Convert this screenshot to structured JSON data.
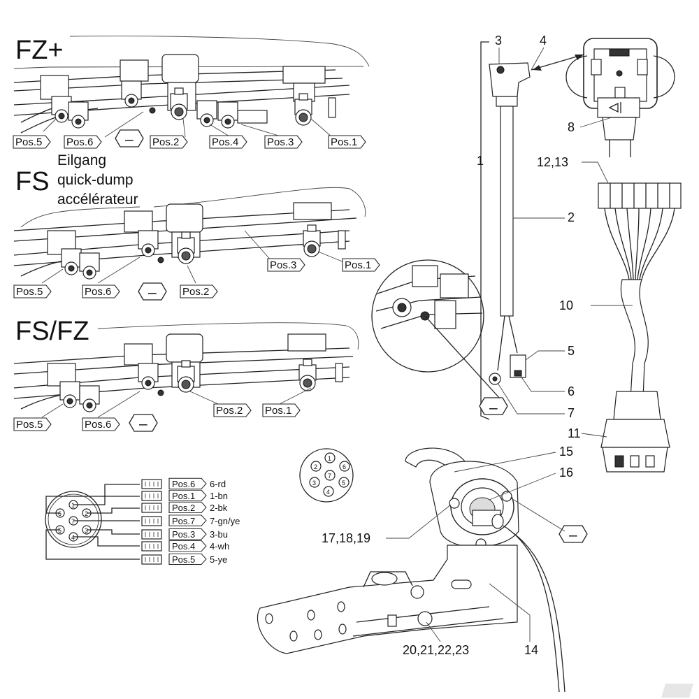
{
  "sections": {
    "fz_plus": "FZ+",
    "fs": "FS",
    "fs_fz": "FS/FZ"
  },
  "fs_subtitle": [
    "Eilgang",
    "quick-dump",
    "accélérateur"
  ],
  "minus_symbol": "–",
  "fz_plus_tags": [
    "Pos.5",
    "Pos.6",
    "Pos.2",
    "Pos.4",
    "Pos.3",
    "Pos.1"
  ],
  "fs_tags": [
    "Pos.3",
    "Pos.1",
    "Pos.5",
    "Pos.6",
    "Pos.2"
  ],
  "fs_fz_tags": [
    "Pos.2",
    "Pos.1",
    "Pos.5",
    "Pos.6"
  ],
  "callouts": {
    "c1": "1",
    "c2": "2",
    "c3": "3",
    "c4": "4",
    "c5": "5",
    "c6": "6",
    "c7": "7",
    "c8": "8",
    "c10": "10",
    "c11": "11",
    "c12_13": "12,13",
    "c14": "14",
    "c15": "15",
    "c16": "16",
    "c17_19": "17,18,19",
    "c20_23": "20,21,22,23"
  },
  "wiring": [
    {
      "pos": "Pos.6",
      "wire": "6-rd"
    },
    {
      "pos": "Pos.1",
      "wire": "1-bn"
    },
    {
      "pos": "Pos.2",
      "wire": "2-bk"
    },
    {
      "pos": "Pos.7",
      "wire": "7-gn/ye"
    },
    {
      "pos": "Pos.3",
      "wire": "3-bu"
    },
    {
      "pos": "Pos.4",
      "wire": "4-wh"
    },
    {
      "pos": "Pos.5",
      "wire": "5-ye"
    }
  ],
  "pin_numbers": [
    "1",
    "2",
    "3",
    "4",
    "5",
    "6",
    "7"
  ],
  "colors": {
    "line": "#222222",
    "background": "#ffffff"
  }
}
